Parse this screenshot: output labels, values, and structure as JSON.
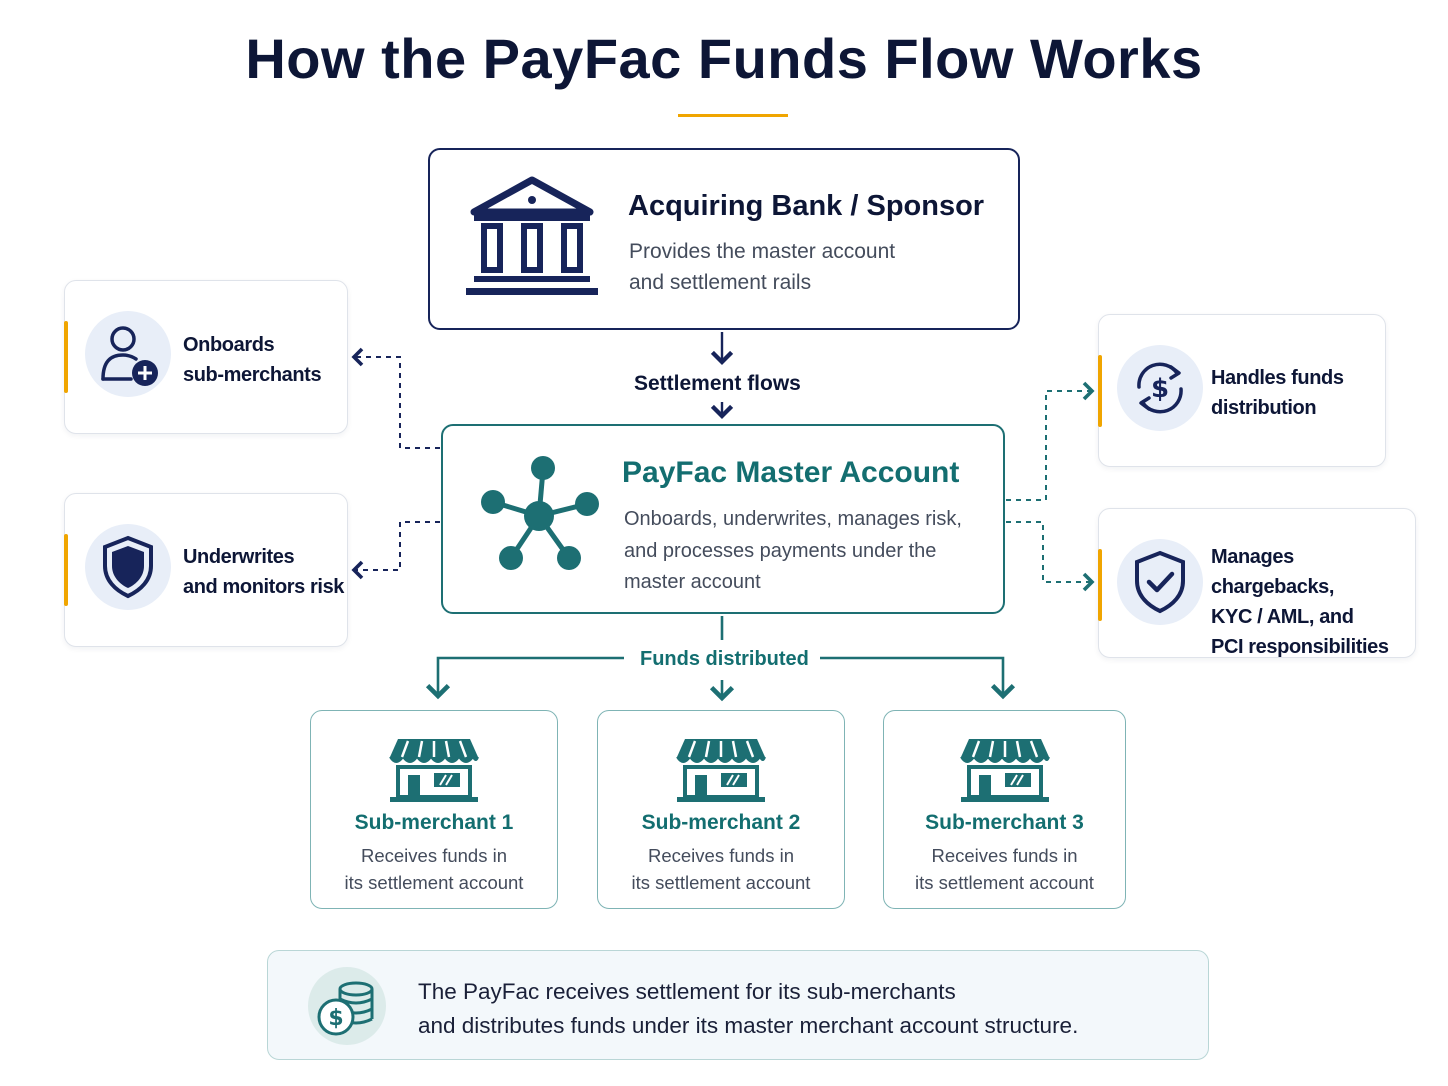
{
  "title": "How the PayFac Funds Flow Works",
  "bank": {
    "title": "Acquiring Bank / Sponsor",
    "desc_line1": "Provides the master account",
    "desc_line2": "and settlement rails",
    "icon": "bank-icon"
  },
  "flows": {
    "settlement": "Settlement flows",
    "distributed": "Funds distributed"
  },
  "master": {
    "title": "PayFac Master Account",
    "desc_line1": "Onboards, underwrites, manages risk,",
    "desc_line2": "and processes payments under the",
    "desc_line3": "master account",
    "icon": "network-hub-icon"
  },
  "side_cards": {
    "onboard": {
      "line1": "Onboards",
      "line2": "sub-merchants",
      "icon": "user-add-icon"
    },
    "underwrite": {
      "line1": "Underwrites",
      "line2": "and monitors risk",
      "icon": "shield-icon"
    },
    "funds": {
      "line1": "Handles funds",
      "line2": "distribution",
      "icon": "dollar-cycle-icon"
    },
    "chargebacks": {
      "line1": "Manages chargebacks,",
      "line2": "KYC / AML, and",
      "line3": "PCI responsibilities",
      "icon": "shield-check-icon"
    }
  },
  "merchants": [
    {
      "title": "Sub-merchant 1",
      "line1": "Receives funds in",
      "line2": "its settlement account"
    },
    {
      "title": "Sub-merchant 2",
      "line1": "Receives funds in",
      "line2": "its settlement account"
    },
    {
      "title": "Sub-merchant 3",
      "line1": "Receives funds in",
      "line2": "its settlement account"
    }
  ],
  "footer": {
    "line1": "The PayFac receives settlement for its sub-merchants",
    "line2": "and distributes funds under its master merchant account structure.",
    "icon": "coins-dollar-icon"
  },
  "colors": {
    "navy": "#17245a",
    "teal": "#136e70",
    "accent": "#f0a500"
  }
}
